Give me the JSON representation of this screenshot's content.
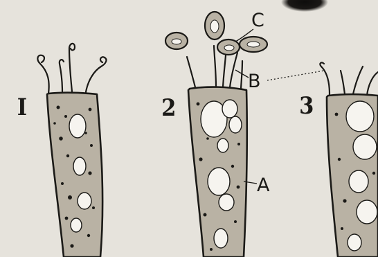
{
  "figure": {
    "cell_labels": {
      "cell_1": "I",
      "cell_2": "2",
      "cell_3": "3"
    },
    "part_labels": {
      "c": "C",
      "b": "B",
      "a": "A"
    },
    "colors": {
      "paper": "#e6e3dc",
      "ink": "#1b1a17",
      "cytoplasm": "#b9b2a4",
      "vacuole": "#f6f4ef"
    }
  }
}
